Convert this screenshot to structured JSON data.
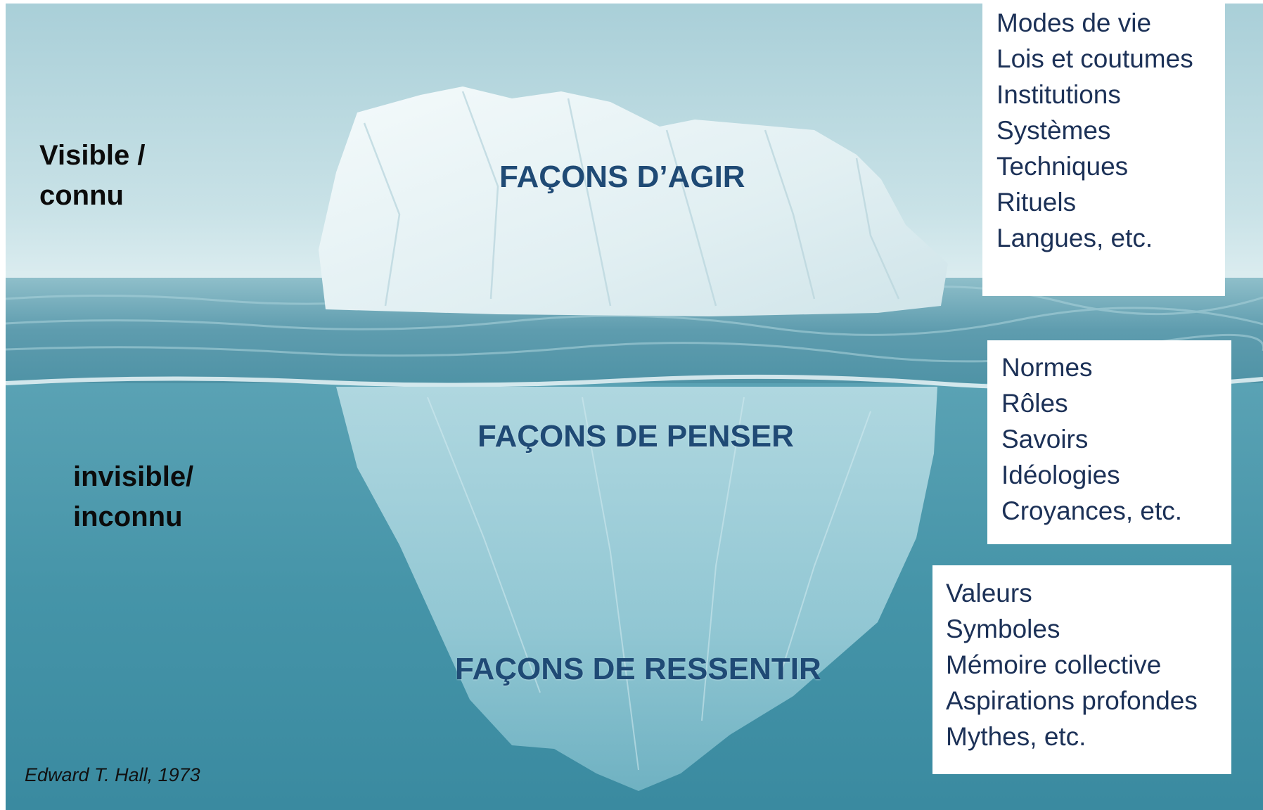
{
  "zones": {
    "visible": [
      "Visible /",
      "connu"
    ],
    "invisible": [
      "invisible/",
      "inconnu"
    ]
  },
  "layers": {
    "agir": "FAÇONS D’AGIR",
    "penser": "FAÇONS DE PENSER",
    "ressentir": "FAÇONS DE RESSENTIR"
  },
  "lists": {
    "agir": [
      "Modes de vie",
      "Lois et coutumes",
      "Institutions",
      "Systèmes",
      "Techniques",
      "Rituels",
      "Langues, etc."
    ],
    "penser": [
      "Normes",
      "Rôles",
      "Savoirs",
      "Idéologies",
      "Croyances, etc."
    ],
    "ressentir": [
      "Valeurs",
      "Symboles",
      "Mémoire collective",
      "Aspirations profondes",
      "Mythes, etc."
    ]
  },
  "credit": "Edward T. Hall, 1973",
  "colors": {
    "sky_top": "#a9cfd8",
    "sky_bottom": "#d9ecef",
    "sea_surface": "#6fa8b8",
    "deep_water": "#3d8fa3",
    "ice": "#e6f2f4",
    "title_text": "#1f4a75",
    "list_text": "#1c3157"
  }
}
